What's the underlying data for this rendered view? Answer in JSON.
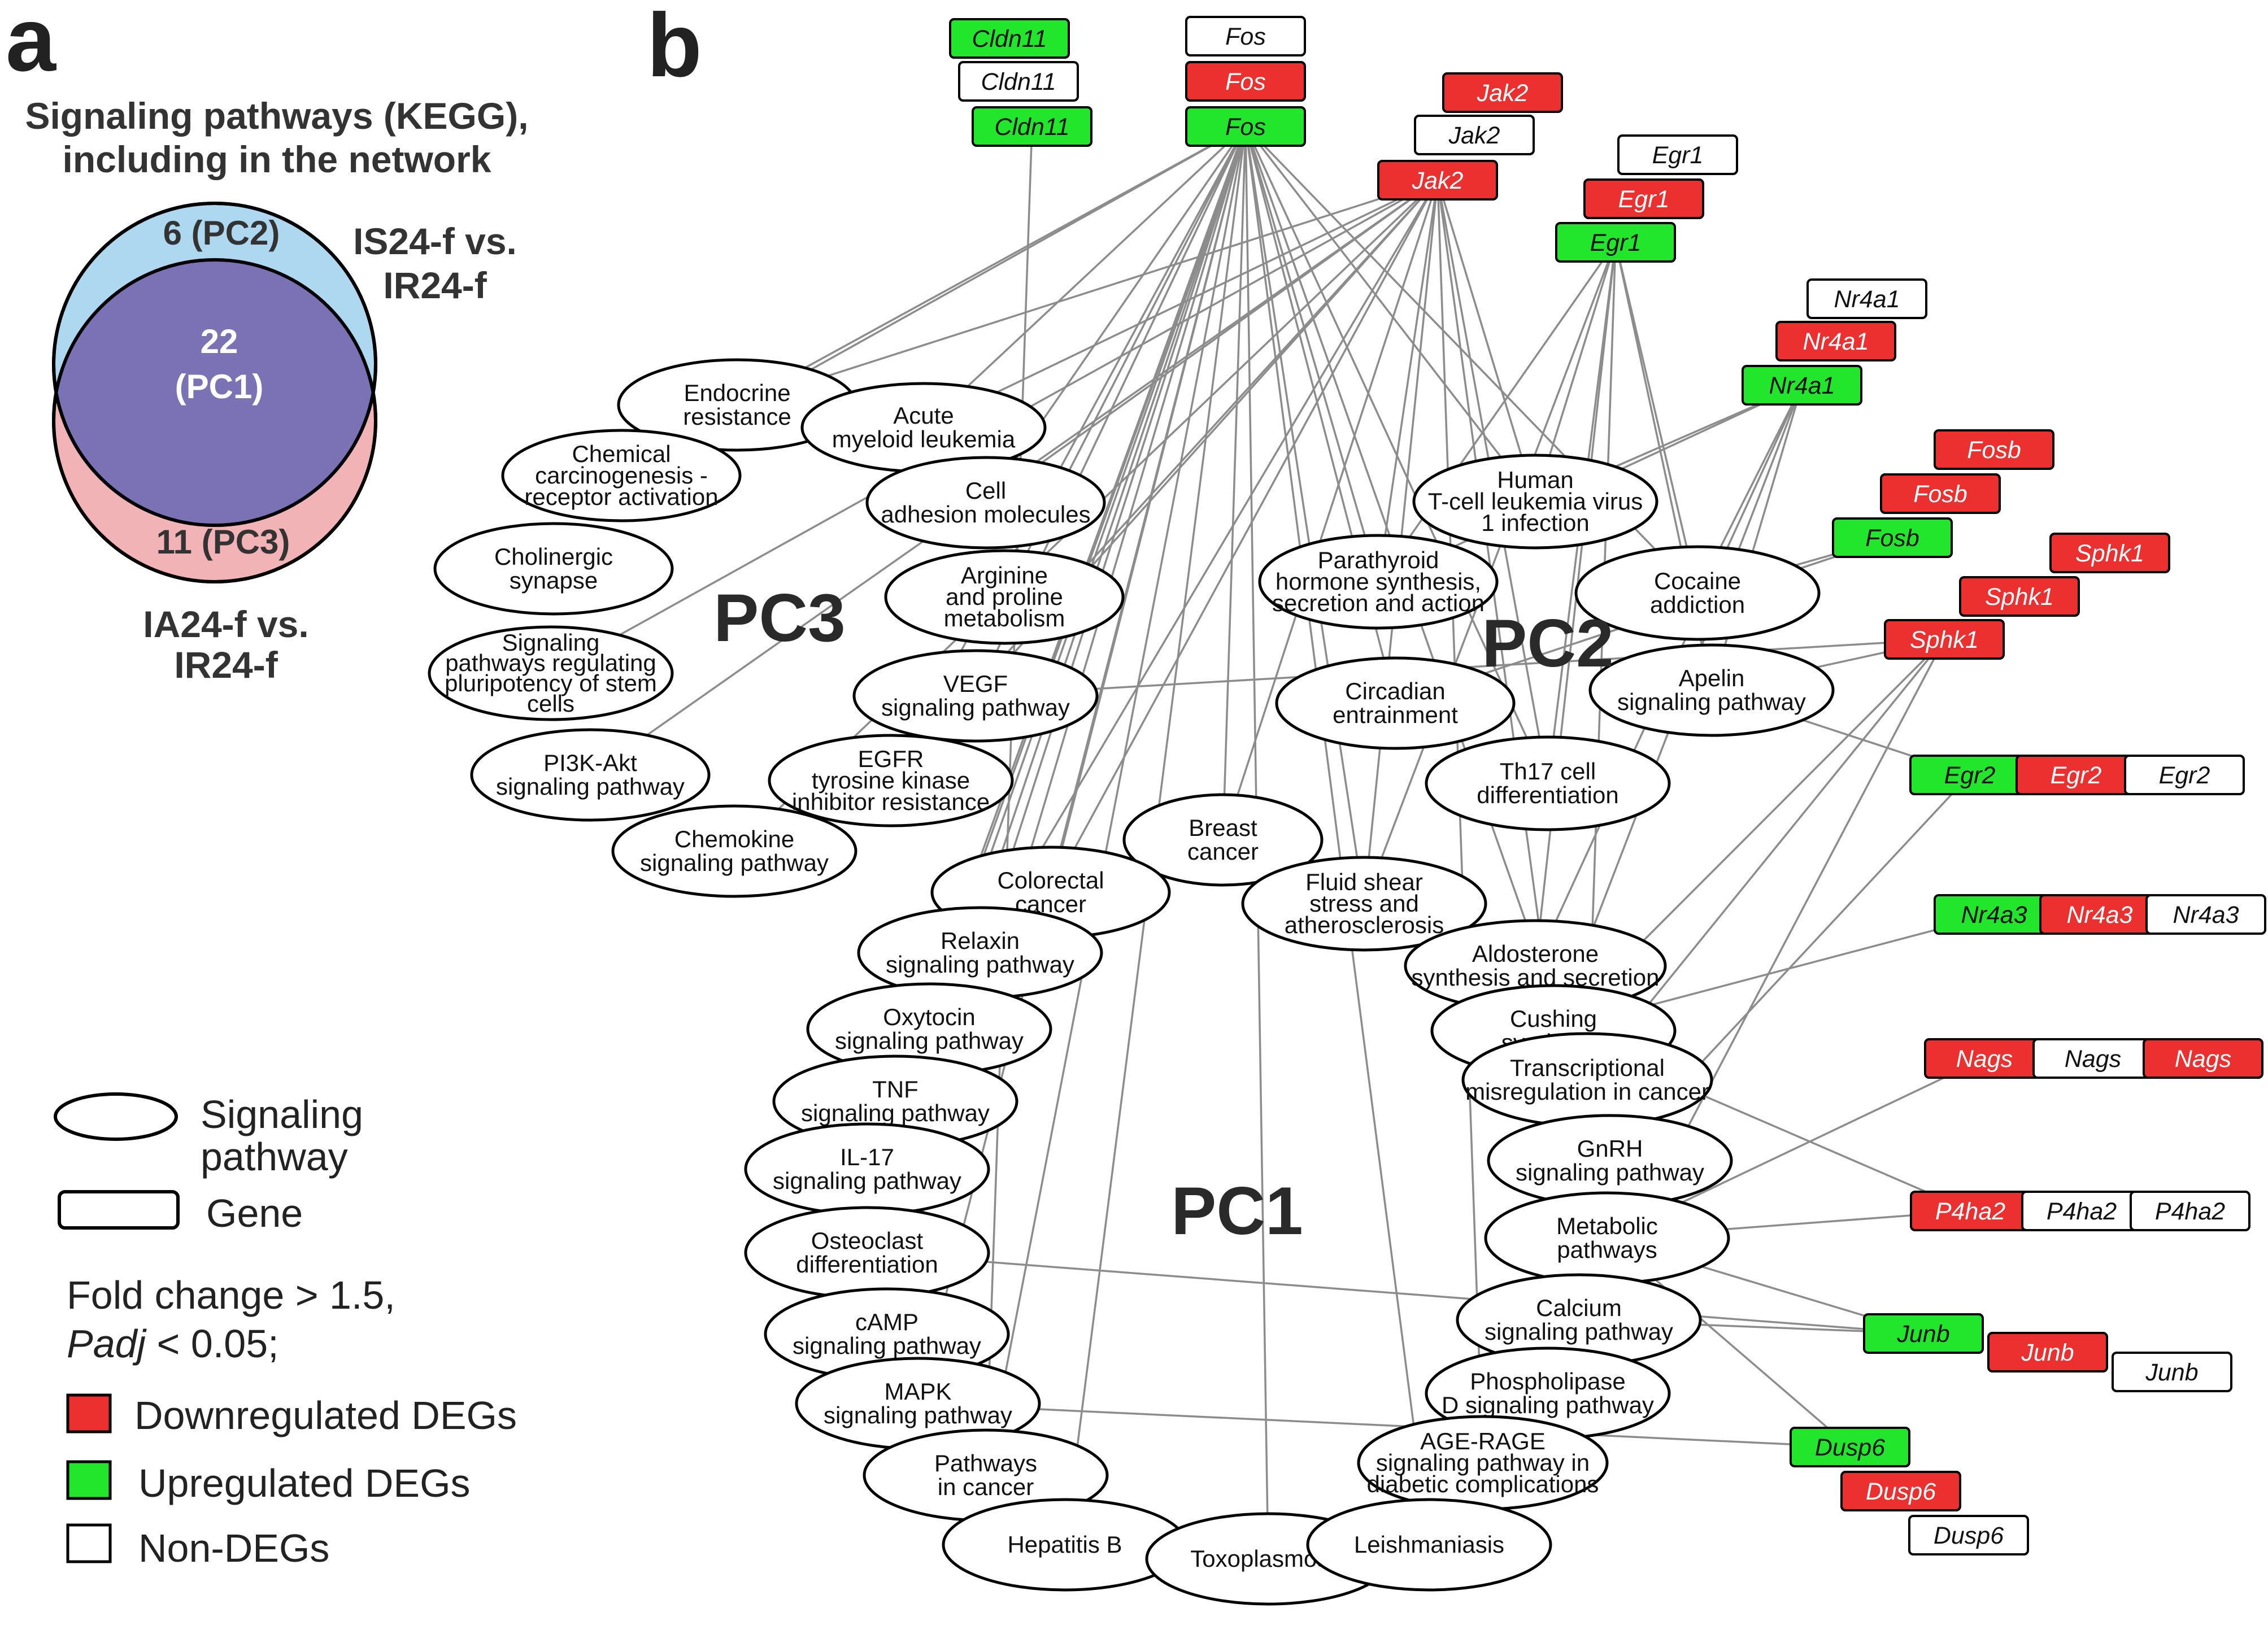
{
  "panels": {
    "a": "a",
    "b": "b"
  },
  "venn": {
    "title": [
      "Signaling pathways (KEGG),",
      "including in the network"
    ],
    "pc2_label": "6 (PC2)",
    "pc1_label": [
      "22",
      "(PC1)"
    ],
    "pc3_label": "11 (PC3)",
    "comparison_top": [
      "IS24-f vs.",
      "IR24-f"
    ],
    "comparison_bottom": [
      "IA24-f vs.",
      "IR24-f"
    ],
    "colors": {
      "top": "#add8f0",
      "bottom": "#f2b3b7",
      "overlap": "#7b72b6"
    }
  },
  "legend": {
    "pathway": [
      "Signaling",
      "pathway"
    ],
    "gene": "Gene",
    "threshold": [
      "Fold change > 1.5,",
      "Padj",
      " < 0.05;"
    ],
    "down": "Downregulated DEGs",
    "up": "Upregulated DEGs",
    "non": "Non-DEGs"
  },
  "colors": {
    "down": "#ec2f2f",
    "up": "#22e62c",
    "non": "#ffffff",
    "edge": "#8c8c8c"
  },
  "clusters": {
    "pc1": "PC1",
    "pc2": "PC2",
    "pc3": "PC3"
  },
  "pathways": [
    {
      "id": "endocrine",
      "lines": [
        "Endocrine",
        "resistance"
      ]
    },
    {
      "id": "aml",
      "lines": [
        "Acute",
        "myeloid leukemia"
      ]
    },
    {
      "id": "chemcarc",
      "lines": [
        "Chemical",
        "carcinogenesis -",
        "receptor activation"
      ]
    },
    {
      "id": "celladh",
      "lines": [
        "Cell",
        "adhesion molecules"
      ]
    },
    {
      "id": "cholinergic",
      "lines": [
        "Cholinergic",
        "synapse"
      ]
    },
    {
      "id": "arginine",
      "lines": [
        "Arginine",
        "and proline",
        "metabolism"
      ]
    },
    {
      "id": "stemcell",
      "lines": [
        "Signaling",
        "pathways regulating",
        "pluripotency of stem",
        "cells"
      ]
    },
    {
      "id": "vegf",
      "lines": [
        "VEGF",
        "signaling pathway"
      ]
    },
    {
      "id": "pi3k",
      "lines": [
        "PI3K-Akt",
        "signaling pathway"
      ]
    },
    {
      "id": "egfr",
      "lines": [
        "EGFR",
        "tyrosine kinase",
        "inhibitor resistance"
      ]
    },
    {
      "id": "chemokine",
      "lines": [
        "Chemokine",
        "signaling pathway"
      ]
    },
    {
      "id": "htlv",
      "lines": [
        "Human",
        "T-cell leukemia virus",
        "1 infection"
      ]
    },
    {
      "id": "parathyroid",
      "lines": [
        "Parathyroid",
        "hormone synthesis,",
        "secretion and action"
      ]
    },
    {
      "id": "cocaine",
      "lines": [
        "Cocaine",
        "addiction"
      ]
    },
    {
      "id": "circadian",
      "lines": [
        "Circadian",
        "entrainment"
      ]
    },
    {
      "id": "apelin",
      "lines": [
        "Apelin",
        "signaling pathway"
      ]
    },
    {
      "id": "th17",
      "lines": [
        "Th17 cell",
        "differentiation"
      ]
    },
    {
      "id": "breast",
      "lines": [
        "Breast",
        "cancer"
      ]
    },
    {
      "id": "colorectal",
      "lines": [
        "Colorectal",
        "cancer"
      ]
    },
    {
      "id": "fluid",
      "lines": [
        "Fluid shear",
        "stress and",
        "atherosclerosis"
      ]
    },
    {
      "id": "relaxin",
      "lines": [
        "Relaxin",
        "signaling pathway"
      ]
    },
    {
      "id": "aldosterone",
      "lines": [
        "Aldosterone",
        "synthesis and secretion"
      ]
    },
    {
      "id": "oxytocin",
      "lines": [
        "Oxytocin",
        "signaling pathway"
      ]
    },
    {
      "id": "cushing",
      "lines": [
        "Cushing",
        "syndrome"
      ]
    },
    {
      "id": "tnf",
      "lines": [
        "TNF",
        "signaling pathway"
      ]
    },
    {
      "id": "transmis",
      "lines": [
        "Transcriptional",
        "misregulation in cancer"
      ]
    },
    {
      "id": "il17",
      "lines": [
        "IL-17",
        "signaling pathway"
      ]
    },
    {
      "id": "gnrh",
      "lines": [
        "GnRH",
        "signaling pathway"
      ]
    },
    {
      "id": "osteoclast",
      "lines": [
        "Osteoclast",
        "differentiation"
      ]
    },
    {
      "id": "metabolic",
      "lines": [
        "Metabolic",
        "pathways"
      ]
    },
    {
      "id": "calcium",
      "lines": [
        "Calcium",
        "signaling pathway"
      ]
    },
    {
      "id": "camp",
      "lines": [
        "cAMP",
        "signaling pathway"
      ]
    },
    {
      "id": "pld",
      "lines": [
        "Phospholipase",
        "D signaling pathway"
      ]
    },
    {
      "id": "mapk",
      "lines": [
        "MAPK",
        "signaling pathway"
      ]
    },
    {
      "id": "age",
      "lines": [
        "AGE-RAGE",
        "signaling pathway in",
        "diabetic complications"
      ]
    },
    {
      "id": "pathcancer",
      "lines": [
        "Pathways",
        "in cancer"
      ]
    },
    {
      "id": "hepb",
      "lines": [
        "Hepatitis B"
      ]
    },
    {
      "id": "toxo",
      "lines": [
        "Toxoplasmosis"
      ]
    },
    {
      "id": "leish",
      "lines": [
        "Leishmaniasis"
      ]
    }
  ],
  "genes": [
    {
      "id": "cldn11_up",
      "name": "Cldn11",
      "status": "up"
    },
    {
      "id": "cldn11_non",
      "name": "Cldn11",
      "status": "non"
    },
    {
      "id": "cldn11_up2",
      "name": "Cldn11",
      "status": "up"
    },
    {
      "id": "fos_non",
      "name": "Fos",
      "status": "non"
    },
    {
      "id": "fos_down",
      "name": "Fos",
      "status": "down"
    },
    {
      "id": "fos_up",
      "name": "Fos",
      "status": "up"
    },
    {
      "id": "jak2_down",
      "name": "Jak2",
      "status": "down"
    },
    {
      "id": "jak2_non",
      "name": "Jak2",
      "status": "non"
    },
    {
      "id": "jak2_down2",
      "name": "Jak2",
      "status": "down"
    },
    {
      "id": "egr1_non",
      "name": "Egr1",
      "status": "non"
    },
    {
      "id": "egr1_down",
      "name": "Egr1",
      "status": "down"
    },
    {
      "id": "egr1_up",
      "name": "Egr1",
      "status": "up"
    },
    {
      "id": "nr4a1_non",
      "name": "Nr4a1",
      "status": "non"
    },
    {
      "id": "nr4a1_down",
      "name": "Nr4a1",
      "status": "down"
    },
    {
      "id": "nr4a1_up",
      "name": "Nr4a1",
      "status": "up"
    },
    {
      "id": "fosb_down",
      "name": "Fosb",
      "status": "down"
    },
    {
      "id": "fosb_down2",
      "name": "Fosb",
      "status": "down"
    },
    {
      "id": "fosb_up",
      "name": "Fosb",
      "status": "up"
    },
    {
      "id": "sphk1_down",
      "name": "Sphk1",
      "status": "down"
    },
    {
      "id": "sphk1_down2",
      "name": "Sphk1",
      "status": "down"
    },
    {
      "id": "sphk1_down3",
      "name": "Sphk1",
      "status": "down"
    },
    {
      "id": "egr2_up",
      "name": "Egr2",
      "status": "up"
    },
    {
      "id": "egr2_down",
      "name": "Egr2",
      "status": "down"
    },
    {
      "id": "egr2_non",
      "name": "Egr2",
      "status": "non"
    },
    {
      "id": "nr4a3_up",
      "name": "Nr4a3",
      "status": "up"
    },
    {
      "id": "nr4a3_down",
      "name": "Nr4a3",
      "status": "down"
    },
    {
      "id": "nr4a3_non",
      "name": "Nr4a3",
      "status": "non"
    },
    {
      "id": "nags_down",
      "name": "Nags",
      "status": "down"
    },
    {
      "id": "nags_non",
      "name": "Nags",
      "status": "non"
    },
    {
      "id": "nags_down2",
      "name": "Nags",
      "status": "down"
    },
    {
      "id": "p4ha2_down",
      "name": "P4ha2",
      "status": "down"
    },
    {
      "id": "p4ha2_non",
      "name": "P4ha2",
      "status": "non"
    },
    {
      "id": "p4ha2_non2",
      "name": "P4ha2",
      "status": "non"
    },
    {
      "id": "junb_up",
      "name": "Junb",
      "status": "up"
    },
    {
      "id": "junb_down",
      "name": "Junb",
      "status": "down"
    },
    {
      "id": "junb_non",
      "name": "Junb",
      "status": "non"
    },
    {
      "id": "dusp6_up",
      "name": "Dusp6",
      "status": "up"
    },
    {
      "id": "dusp6_down",
      "name": "Dusp6",
      "status": "down"
    },
    {
      "id": "dusp6_non",
      "name": "Dusp6",
      "status": "non"
    }
  ],
  "edges": [
    [
      "cldn11_up2",
      "pathcancer"
    ],
    [
      "fos_up",
      "endocrine"
    ],
    [
      "fos_up",
      "aml"
    ],
    [
      "fos_up",
      "chemcarc"
    ],
    [
      "fos_up",
      "celladh"
    ],
    [
      "fos_up",
      "arginine"
    ],
    [
      "fos_up",
      "vegf"
    ],
    [
      "fos_up",
      "egfr"
    ],
    [
      "fos_up",
      "breast"
    ],
    [
      "fos_up",
      "colorectal"
    ],
    [
      "fos_up",
      "relaxin"
    ],
    [
      "fos_up",
      "oxytocin"
    ],
    [
      "fos_up",
      "tnf"
    ],
    [
      "fos_up",
      "il17"
    ],
    [
      "fos_up",
      "osteoclast"
    ],
    [
      "fos_up",
      "camp"
    ],
    [
      "fos_up",
      "mapk"
    ],
    [
      "fos_up",
      "pathcancer"
    ],
    [
      "fos_up",
      "hepb"
    ],
    [
      "fos_up",
      "fluid"
    ],
    [
      "fos_up",
      "parathyroid"
    ],
    [
      "fos_up",
      "circadian"
    ],
    [
      "fos_up",
      "th17"
    ],
    [
      "fos_up",
      "htlv"
    ],
    [
      "fos_up",
      "cocaine"
    ],
    [
      "fos_up",
      "leish"
    ],
    [
      "fos_up",
      "toxo"
    ],
    [
      "fos_up",
      "gnrh"
    ],
    [
      "jak2_down2",
      "endocrine"
    ],
    [
      "jak2_down2",
      "aml"
    ],
    [
      "jak2_down2",
      "stemcell"
    ],
    [
      "jak2_down2",
      "pi3k"
    ],
    [
      "jak2_down2",
      "chemokine"
    ],
    [
      "jak2_down2",
      "celladh"
    ],
    [
      "jak2_down2",
      "vegf"
    ],
    [
      "jak2_down2",
      "egfr"
    ],
    [
      "jak2_down2",
      "colorectal"
    ],
    [
      "jak2_down2",
      "breast"
    ],
    [
      "jak2_down2",
      "th17"
    ],
    [
      "jak2_down2",
      "htlv"
    ],
    [
      "jak2_down2",
      "parathyroid"
    ],
    [
      "jak2_down2",
      "cushing"
    ],
    [
      "jak2_down2",
      "fluid"
    ],
    [
      "jak2_down2",
      "relaxin"
    ],
    [
      "jak2_down2",
      "age"
    ],
    [
      "egr1_up",
      "parathyroid"
    ],
    [
      "egr1_up",
      "htlv"
    ],
    [
      "egr1_up",
      "cocaine"
    ],
    [
      "egr1_up",
      "th17"
    ],
    [
      "egr1_up",
      "apelin"
    ],
    [
      "egr1_up",
      "fluid"
    ],
    [
      "egr1_up",
      "transmis"
    ],
    [
      "egr1_up",
      "aldosterone"
    ],
    [
      "nr4a1_up",
      "parathyroid"
    ],
    [
      "nr4a1_up",
      "cocaine"
    ],
    [
      "nr4a1_up",
      "aldosterone"
    ],
    [
      "nr4a1_up",
      "cushing"
    ],
    [
      "nr4a1_up",
      "htlv"
    ],
    [
      "nr4a1_up",
      "apelin"
    ],
    [
      "fosb_up",
      "cocaine"
    ],
    [
      "fosb_up",
      "circadian"
    ],
    [
      "sphk1_down3",
      "apelin"
    ],
    [
      "sphk1_down3",
      "vegf"
    ],
    [
      "sphk1_down3",
      "pld"
    ],
    [
      "sphk1_down3",
      "cushing"
    ],
    [
      "sphk1_down3",
      "transmis"
    ],
    [
      "egr2_up",
      "apelin"
    ],
    [
      "egr2_up",
      "gnrh"
    ],
    [
      "nr4a3_up",
      "cushing"
    ],
    [
      "nags_down",
      "metabolic"
    ],
    [
      "p4ha2_down",
      "metabolic"
    ],
    [
      "p4ha2_down",
      "cushing"
    ],
    [
      "junb_up",
      "calcium"
    ],
    [
      "junb_up",
      "metabolic"
    ],
    [
      "junb_up",
      "osteoclast"
    ],
    [
      "dusp6_up",
      "metabolic"
    ],
    [
      "dusp6_up",
      "mapk"
    ]
  ]
}
